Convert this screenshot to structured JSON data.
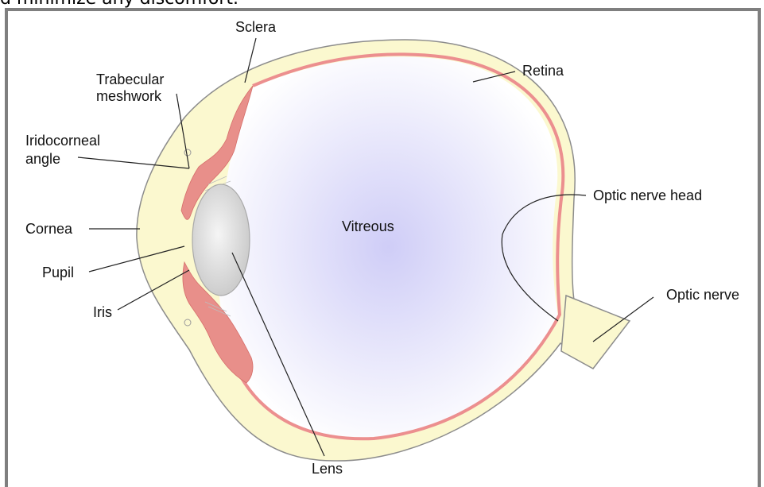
{
  "header_text": "d minimize any discomfort.",
  "labels": {
    "sclera": "Sclera",
    "retina": "Retina",
    "trabecular_line1": "Trabecular",
    "trabecular_line2": "meshwork",
    "iridocorneal_line1": "Iridocorneal",
    "iridocorneal_line2": "angle",
    "cornea": "Cornea",
    "pupil": "Pupil",
    "iris": "Iris",
    "vitreous": "Vitreous",
    "optic_nerve_head": "Optic nerve head",
    "optic_nerve": "Optic nerve",
    "lens": "Lens"
  },
  "colors": {
    "sclera_fill": "#fbf8cf",
    "retina": "#ec8f8f",
    "iris": "#e88f8a",
    "vitreous_center": "#cfcdf7",
    "lens_center": "#f5f5f5",
    "lens_edge": "#c9c9c9",
    "outline": "#8c8c8c",
    "frame": "#7f7f7f"
  }
}
